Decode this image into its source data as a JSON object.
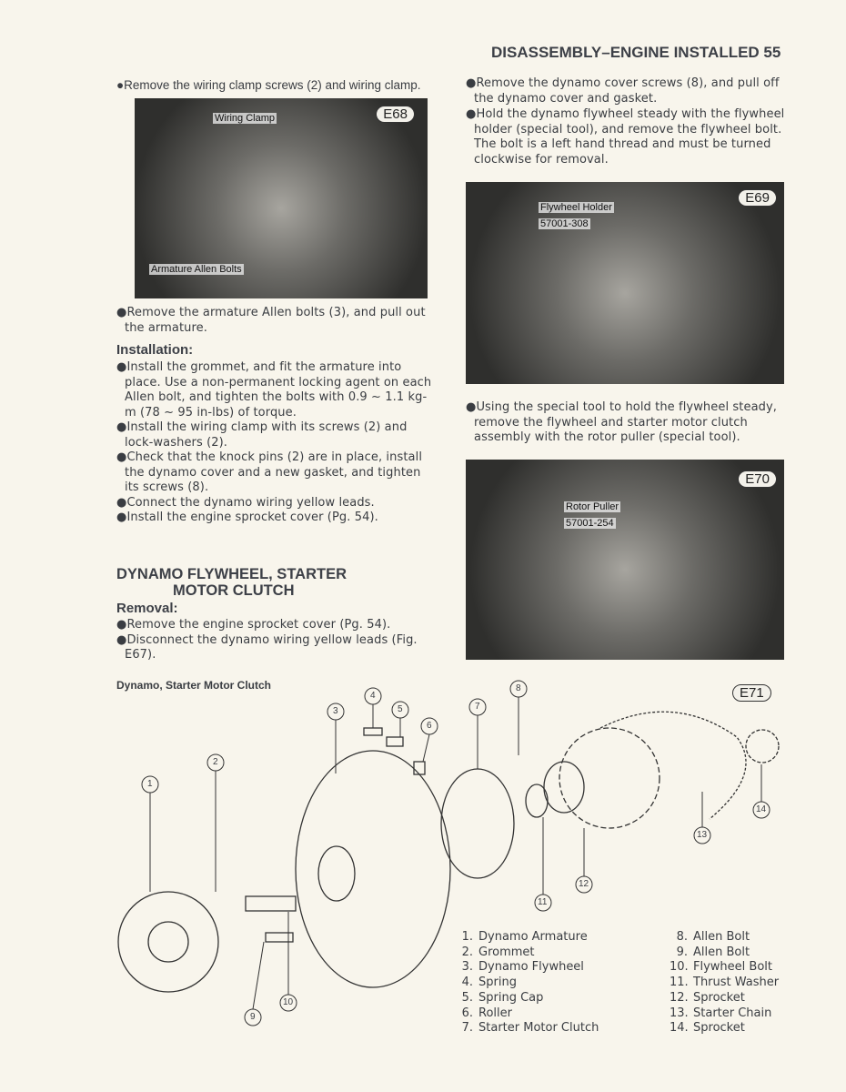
{
  "header": "DISASSEMBLY–ENGINE INSTALLED 55",
  "left": {
    "p1": "●Remove the wiring clamp screws (2) and wiring clamp.",
    "fig_e68": {
      "label": "E68",
      "callouts": [
        "Wiring Clamp",
        "Armature Allen Bolts"
      ]
    },
    "p2": "●Remove the armature Allen bolts (3), and pull out the armature.",
    "installation_heading": "Installation:",
    "installation": [
      "●Install the grommet, and fit the armature into place. Use a non-permanent locking agent on each Allen bolt, and tighten the bolts with 0.9 ~ 1.1 kg-m (78 ~ 95 in-lbs) of torque.",
      "●Install the wiring clamp with its screws (2) and lock-washers (2).",
      "●Check that the knock pins (2) are in place, install the dynamo cover and a new gasket, and tighten its screws (8).",
      "●Connect the dynamo wiring yellow leads.",
      "●Install the engine sprocket cover (Pg. 54)."
    ],
    "section_title_1": "DYNAMO FLYWHEEL, STARTER",
    "section_title_2": "MOTOR CLUTCH",
    "removal_heading": "Removal:",
    "removal": [
      "●Remove the engine sprocket cover (Pg. 54).",
      "●Disconnect the dynamo wiring yellow leads (Fig. E67)."
    ],
    "diagram_caption": "Dynamo, Starter Motor Clutch"
  },
  "right": {
    "p1": "●Remove the dynamo cover screws (8), and pull off the dynamo cover and gasket.",
    "p2": "●Hold the dynamo flywheel steady with the flywheel holder (special tool), and remove the flywheel bolt. The bolt is a left hand thread and must be turned clockwise for removal.",
    "fig_e69": {
      "label": "E69",
      "callouts": [
        "Flywheel Holder",
        "57001-308"
      ]
    },
    "p3": "●Using the special tool to hold the flywheel steady, remove the flywheel and starter motor clutch assembly with the rotor puller (special tool).",
    "fig_e70": {
      "label": "E70",
      "callouts": [
        "Rotor Puller",
        "57001-254"
      ]
    }
  },
  "diagram": {
    "label": "E71",
    "numbers": [
      "1",
      "2",
      "3",
      "4",
      "5",
      "6",
      "7",
      "8",
      "9",
      "10",
      "11",
      "12",
      "13",
      "14"
    ],
    "legend": [
      {
        "n": "1.",
        "t": "Dynamo Armature"
      },
      {
        "n": "2.",
        "t": "Grommet"
      },
      {
        "n": "3.",
        "t": "Dynamo Flywheel"
      },
      {
        "n": "4.",
        "t": "Spring"
      },
      {
        "n": "5.",
        "t": "Spring Cap"
      },
      {
        "n": "6.",
        "t": "Roller"
      },
      {
        "n": "7.",
        "t": "Starter Motor Clutch"
      },
      {
        "n": "8.",
        "t": "Allen Bolt"
      },
      {
        "n": "9.",
        "t": "Allen Bolt"
      },
      {
        "n": "10.",
        "t": "Flywheel Bolt"
      },
      {
        "n": "11.",
        "t": "Thrust Washer"
      },
      {
        "n": "12.",
        "t": "Sprocket"
      },
      {
        "n": "13.",
        "t": "Starter Chain"
      },
      {
        "n": "14.",
        "t": "Sprocket"
      }
    ]
  }
}
